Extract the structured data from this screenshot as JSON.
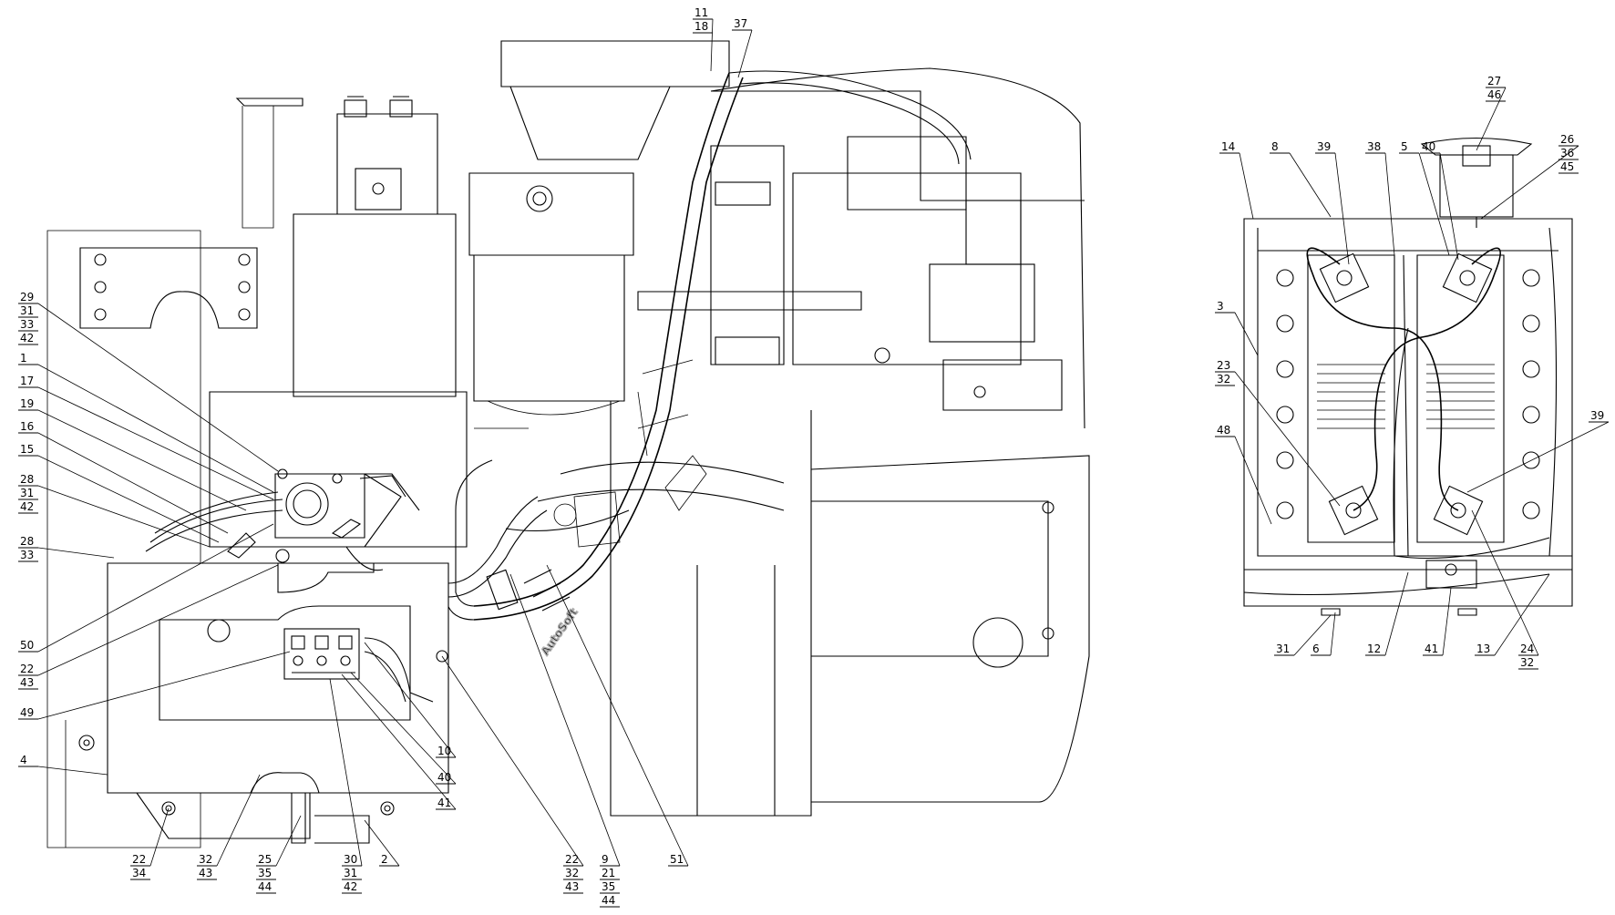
{
  "watermark": "AutoSoft",
  "callouts": [
    {
      "id": "c-29-31-33-42",
      "lines": [
        "29",
        "31",
        "33",
        "42"
      ]
    },
    {
      "id": "c-1",
      "lines": [
        "1"
      ]
    },
    {
      "id": "c-17",
      "lines": [
        "17"
      ]
    },
    {
      "id": "c-19",
      "lines": [
        "19"
      ]
    },
    {
      "id": "c-16",
      "lines": [
        "16"
      ]
    },
    {
      "id": "c-15",
      "lines": [
        "15"
      ]
    },
    {
      "id": "c-28-31-42",
      "lines": [
        "28",
        "31",
        "42"
      ]
    },
    {
      "id": "c-28-33",
      "lines": [
        "28",
        "33"
      ]
    },
    {
      "id": "c-50",
      "lines": [
        "50"
      ]
    },
    {
      "id": "c-22-43",
      "lines": [
        "22",
        "43"
      ]
    },
    {
      "id": "c-49",
      "lines": [
        "49"
      ]
    },
    {
      "id": "c-4",
      "lines": [
        "4"
      ]
    },
    {
      "id": "c-22-34",
      "lines": [
        "22",
        "34"
      ]
    },
    {
      "id": "c-32-43",
      "lines": [
        "32",
        "43"
      ]
    },
    {
      "id": "c-25-35-44",
      "lines": [
        "25",
        "35",
        "44"
      ]
    },
    {
      "id": "c-30-31-42",
      "lines": [
        "30",
        "31",
        "42"
      ]
    },
    {
      "id": "c-2",
      "lines": [
        "2"
      ]
    },
    {
      "id": "c-10",
      "lines": [
        "10"
      ]
    },
    {
      "id": "c-40-left",
      "lines": [
        "40"
      ]
    },
    {
      "id": "c-41-left",
      "lines": [
        "41"
      ]
    },
    {
      "id": "c-22-32-43",
      "lines": [
        "22",
        "32",
        "43"
      ]
    },
    {
      "id": "c-9-21-35-44",
      "lines": [
        "9",
        "21",
        "35",
        "44"
      ]
    },
    {
      "id": "c-51",
      "lines": [
        "51"
      ]
    },
    {
      "id": "c-11-18",
      "lines": [
        "11",
        "18"
      ]
    },
    {
      "id": "c-37",
      "lines": [
        "37"
      ]
    },
    {
      "id": "c-14",
      "lines": [
        "14"
      ]
    },
    {
      "id": "c-8",
      "lines": [
        "8"
      ]
    },
    {
      "id": "c-39-top",
      "lines": [
        "39"
      ]
    },
    {
      "id": "c-38",
      "lines": [
        "38"
      ]
    },
    {
      "id": "c-5",
      "lines": [
        "5"
      ]
    },
    {
      "id": "c-40-right",
      "lines": [
        "40"
      ]
    },
    {
      "id": "c-27-46",
      "lines": [
        "27",
        "46"
      ]
    },
    {
      "id": "c-26-36-45",
      "lines": [
        "26",
        "36",
        "45"
      ]
    },
    {
      "id": "c-3",
      "lines": [
        "3"
      ]
    },
    {
      "id": "c-23-32",
      "lines": [
        "23",
        "32"
      ]
    },
    {
      "id": "c-48",
      "lines": [
        "48"
      ]
    },
    {
      "id": "c-39-right",
      "lines": [
        "39"
      ]
    },
    {
      "id": "c-31-right",
      "lines": [
        "31"
      ]
    },
    {
      "id": "c-6",
      "lines": [
        "6"
      ]
    },
    {
      "id": "c-12",
      "lines": [
        "12"
      ]
    },
    {
      "id": "c-41-right",
      "lines": [
        "41"
      ]
    },
    {
      "id": "c-13",
      "lines": [
        "13"
      ]
    },
    {
      "id": "c-24-32",
      "lines": [
        "24",
        "32"
      ]
    }
  ]
}
